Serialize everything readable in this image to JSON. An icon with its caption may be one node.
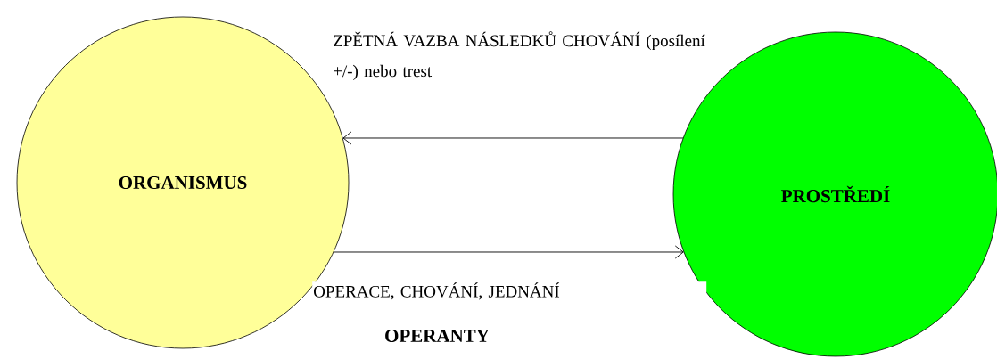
{
  "diagram": {
    "nodes": [
      {
        "text": [
          "ORGANISMUS"
        ]
      },
      {
        "text": [
          "PROSTŘEDÍ"
        ]
      }
    ],
    "edges": [
      {
        "from": 1,
        "to": 0,
        "arrow": "to",
        "label": "ZPĚTNÁ VAZBA NÁSLEDKŮ CHOVÁNÍ (posílení +/-) nebo trest"
      },
      {
        "from": 0,
        "to": 1,
        "arrow": "to",
        "label": "OPERACE, CHOVÁNÍ, JEDNÁNÍ"
      }
    ],
    "labels": [
      "OPERANTY"
    ]
  }
}
